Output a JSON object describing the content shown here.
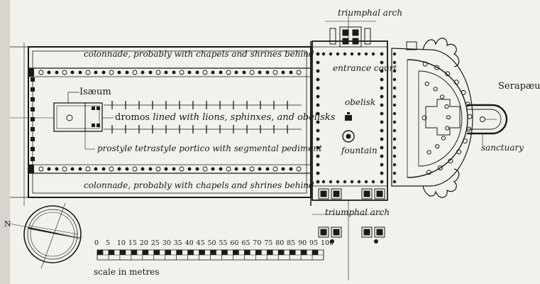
{
  "labels": {
    "triumphal_arch_top": "triumphal arch",
    "colonnade_top": "colonnade, probably with chapels and shrines behind",
    "entrance_court": "entrance court",
    "iseum": "Isæum",
    "serapaeum": "Serapæum",
    "dromos_word": "dromos",
    "dromos_rest": "lined with lions, sphinxes, and obelisks",
    "obelisk": "obelisk",
    "fountain": "fountain",
    "sanctuary": "sanctuary",
    "portico": "prostyle tetrastyle portico with segmental pediment",
    "colonnade_bottom": "colonnade, probably with chapels and shrines behind",
    "triumphal_arch_bottom": "triumphal arch",
    "compass_n": "N",
    "scale_caption": "scale in metres"
  },
  "scale": {
    "ticks": [
      "0",
      "5",
      "10",
      "15",
      "20",
      "25",
      "30",
      "35",
      "40",
      "45",
      "50",
      "55",
      "60",
      "65",
      "70",
      "75",
      "80",
      "85",
      "90",
      "95",
      "100"
    ]
  }
}
